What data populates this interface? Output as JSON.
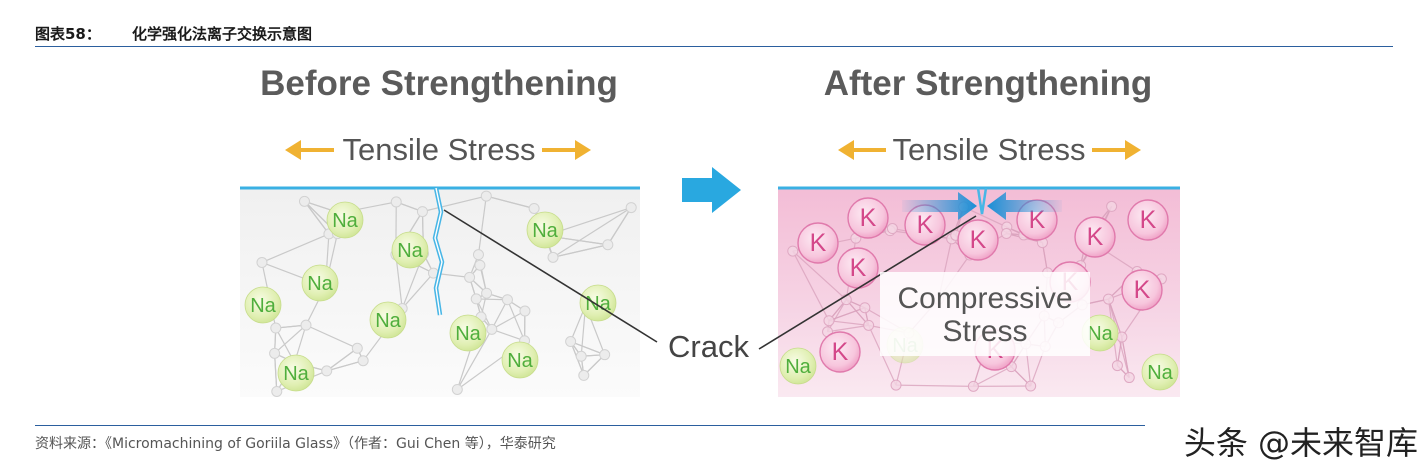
{
  "figure": {
    "label": "图表58：",
    "title": "化学强化法离子交换示意图"
  },
  "before": {
    "title": "Before Strengthening",
    "stress_label": "Tensile Stress"
  },
  "after": {
    "title": "After Strengthening",
    "stress_label": "Tensile Stress",
    "compressive_label_line1": "Compressive",
    "compressive_label_line2": "Stress"
  },
  "ions": {
    "sodium": "Na",
    "potassium": "K"
  },
  "crack_label": "Crack",
  "source": "资料来源：《Micromachining of Goriila Glass》（作者：Gui Chen 等），华泰研究",
  "watermark": "头条 @未来智库",
  "colors": {
    "rule": "#2b5f9e",
    "glass_surface": "#3ab0e3",
    "tensile_arrow": "#f0b232",
    "process_arrow": "#29a8e0",
    "compressive_arrow": "#1a8fd6",
    "sodium_text": "#4fae3c",
    "potassium_text": "#d4488a",
    "compressed_layer": "#f3bdd6"
  },
  "icons": {
    "tensile_arrows": "left-right-arrow-icon",
    "process_arrow": "right-arrow-icon",
    "compressive_arrows": "inward-arrows-icon"
  }
}
